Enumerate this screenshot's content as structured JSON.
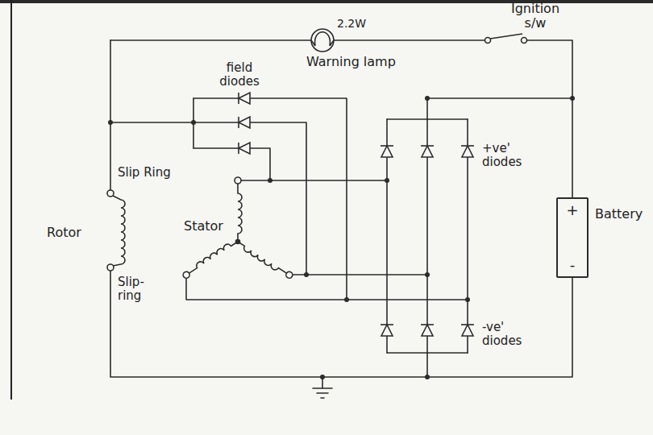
{
  "diagram": {
    "nodes": [
      {
        "text": [
          "+",
          "-",
          "Battery"
        ]
      }
    ],
    "labels": [
      "Ignition s/w",
      "2.2W",
      "Warning lamp",
      "field diodes",
      "+ve' diodes",
      "Slip Ring",
      "Stator",
      "Rotor",
      "Slip-ring",
      "-ve' diodes"
    ]
  }
}
